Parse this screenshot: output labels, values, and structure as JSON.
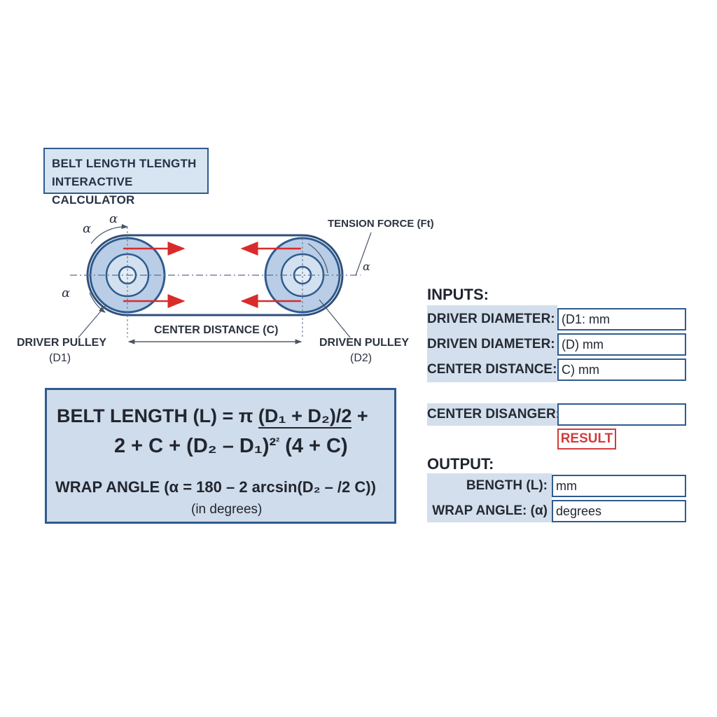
{
  "title": {
    "line1": "BELT LENGTH TLENGTH",
    "line2": "INTERACTIVE CALCULATOR"
  },
  "diagram": {
    "alpha_symbol": "α",
    "tension_label": "TENSION FORCE (Ft)",
    "center_distance_label": "CENTER DISTANCE (C)",
    "driver_label": "DRIVER PULLEY",
    "driver_sub": "(D1)",
    "driven_label": "DRIVEN PULLEY",
    "driven_sub": "(D2)"
  },
  "formula": {
    "belt_prefix": "BELT LENGTH (L) = π ",
    "belt_frac": "(D₁ + D₂)/2",
    "belt_plus": " +",
    "line2": "2 + C +  (D₂ – D₁)²",
    "line2_sup": "²",
    "line2_end": "  (4 + C)",
    "wrap": "WRAP ANGLE (α = 180 – 2 arcsin(D₂ – /2 C))",
    "wrap_note": "(in degrees)"
  },
  "inputs": {
    "heading": "INPUTS:",
    "driver": {
      "label": "DRIVER DIAMETER:",
      "value": "(D1: mm"
    },
    "driven": {
      "label": "DRIVEN DIAMETER:",
      "value": "(D) mm"
    },
    "center": {
      "label": "CENTER DISTANCE:",
      "value": "C) mm"
    },
    "extra": {
      "label": "CENTER DISANGER:",
      "value": ""
    }
  },
  "result_button": "RESULT",
  "output": {
    "heading": "OUTPUT:",
    "length": {
      "label": "BENGTH (L):",
      "value": "mm"
    },
    "wrap": {
      "label": "WRAP ANGLE: (α)",
      "value": "degrees"
    }
  },
  "colors": {
    "accent": "#2f5b8f",
    "fill": "#d3dfec",
    "arrow": "#d92b2b",
    "result": "#d23b3b"
  }
}
